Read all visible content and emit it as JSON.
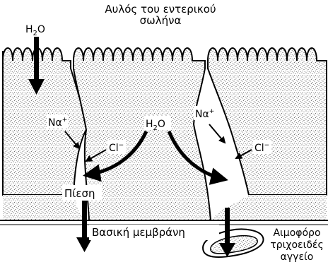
{
  "labels": {
    "lumen_line1": "Αυλός του εντερικού",
    "lumen_line2": "σωλήνα",
    "water_top": {
      "base": "H",
      "sub": "2",
      "tail": "O"
    },
    "water_center": {
      "base": "H",
      "sub": "2",
      "tail": "O"
    },
    "sodium_left": {
      "base": "Να",
      "sup": "+"
    },
    "sodium_right": {
      "base": "Να",
      "sup": "+"
    },
    "chloride_left": {
      "base": "Cl",
      "sup": "−"
    },
    "chloride_right": {
      "base": "Cl",
      "sup": "−"
    },
    "pressure": "Πίεση",
    "basal_membrane": "Βασική μεμβράνη",
    "capillary_line1": "Αιμοφόρο",
    "capillary_line2": "τριχοειδές",
    "capillary_line3": "αγγείο"
  },
  "colors": {
    "ink": "#000000",
    "paper": "#ffffff",
    "stipple": "#1a1a1a"
  },
  "icons": {
    "water_entry": "arrow-down-icon",
    "outflow_left": "arrow-down-icon",
    "outflow_capillary": "arrow-down-icon"
  }
}
